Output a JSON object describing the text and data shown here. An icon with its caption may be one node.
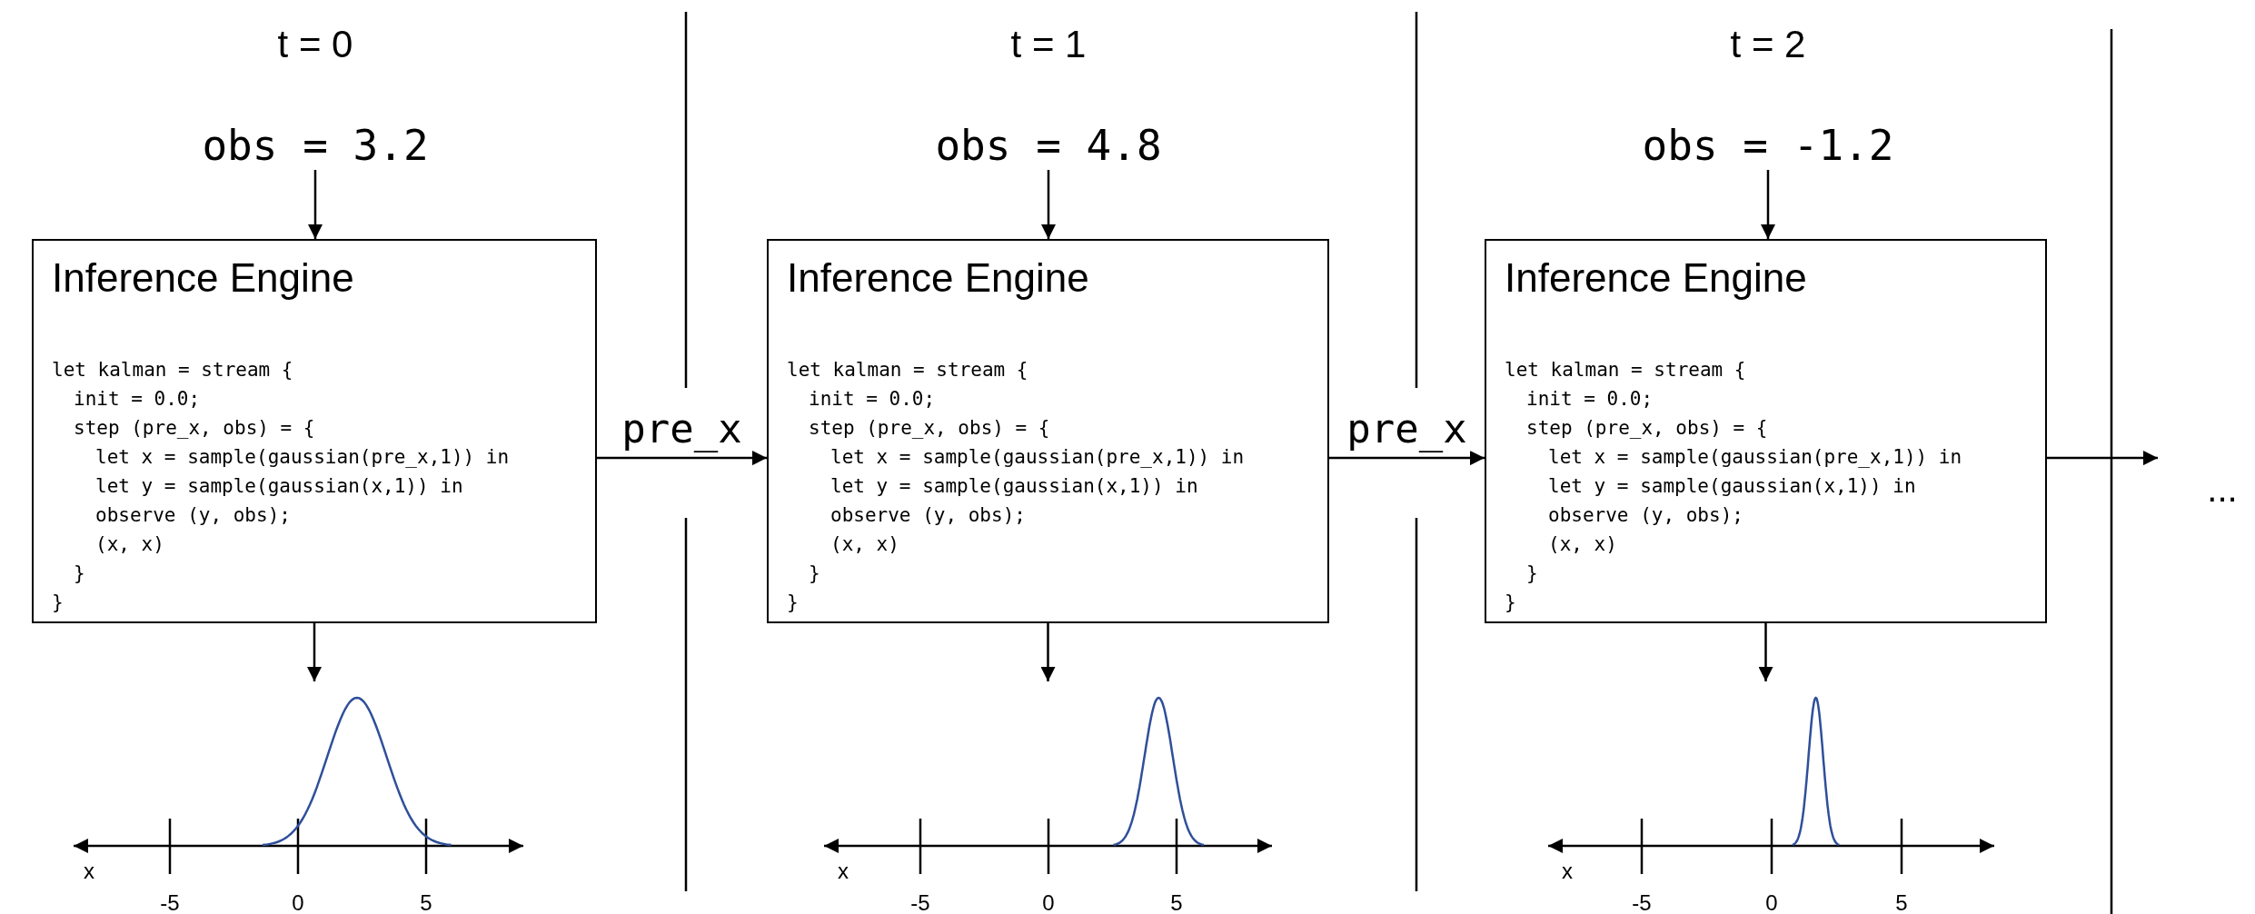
{
  "diagram": {
    "nodes": [
      {
        "text": [
          "obs = 3.2"
        ]
      },
      {
        "text": [
          "Inference Engine",
          "let kalman = stream {",
          "init = 0.0;",
          "step (pre_x, obs) = {",
          "let x = sample(gaussian(pre_x,1)) in",
          "let y = sample(gaussian(x,1)) in",
          "observe (y, obs);",
          "(x, x)",
          "}",
          "}"
        ]
      },
      {
        "text": [],
        "shape": "picture"
      },
      {
        "text": [
          "obs = 4.8"
        ]
      },
      {
        "text": [
          "Inference Engine",
          "let kalman = stream {",
          "init = 0.0;",
          "step (pre_x, obs) = {",
          "let x = sample(gaussian(pre_x,1)) in",
          "let y = sample(gaussian(x,1)) in",
          "observe (y, obs);",
          "(x, x)",
          "}",
          "}"
        ]
      },
      {
        "text": [],
        "shape": "picture"
      },
      {
        "text": [
          "obs = -1.2"
        ]
      },
      {
        "text": [
          "Inference Engine",
          "let kalman = stream {",
          "init = 0.0;",
          "step (pre_x, obs) = {",
          "let x = sample(gaussian(pre_x,1)) in",
          "let y = sample(gaussian(x,1)) in",
          "observe (y, obs);",
          "(x, x)",
          "}",
          "}"
        ]
      },
      {
        "text": [],
        "shape": "picture"
      }
    ],
    "edges": [
      {
        "from": 0,
        "to": 1,
        "arrow": "to"
      },
      {
        "from": 1,
        "to": 2,
        "arrow": "to"
      },
      {
        "from": 1,
        "to": 4,
        "arrow": "to",
        "label": "pre_x"
      },
      {
        "from": 3,
        "to": 4,
        "arrow": "to"
      },
      {
        "from": 4,
        "to": 5,
        "arrow": "to"
      },
      {
        "from": 4,
        "to": 7,
        "arrow": "to",
        "label": "pre_x"
      },
      {
        "from": 6,
        "to": 7,
        "arrow": "to"
      },
      {
        "from": 7,
        "to": 8,
        "arrow": "to"
      },
      {
        "from": 7,
        "to": null,
        "arrow": "to"
      }
    ],
    "labels": [
      "t = 0",
      "t = 1",
      "t = 2",
      "...",
      "x",
      "-5",
      "0",
      "5",
      "x",
      "-5",
      "0",
      "5",
      "x",
      "-5",
      "0",
      "5"
    ]
  }
}
